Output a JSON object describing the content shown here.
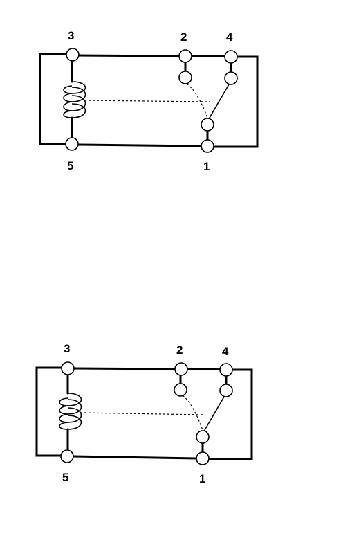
{
  "relays": [
    {
      "terminals": {
        "t3": "3",
        "t2": "2",
        "t4": "4",
        "t5": "5",
        "t1": "1"
      }
    },
    {
      "terminals": {
        "t3": "3",
        "t2": "2",
        "t4": "4",
        "t5": "5",
        "t1": "1"
      }
    }
  ],
  "colors": {
    "line": "#000000",
    "background": "#ffffff"
  }
}
